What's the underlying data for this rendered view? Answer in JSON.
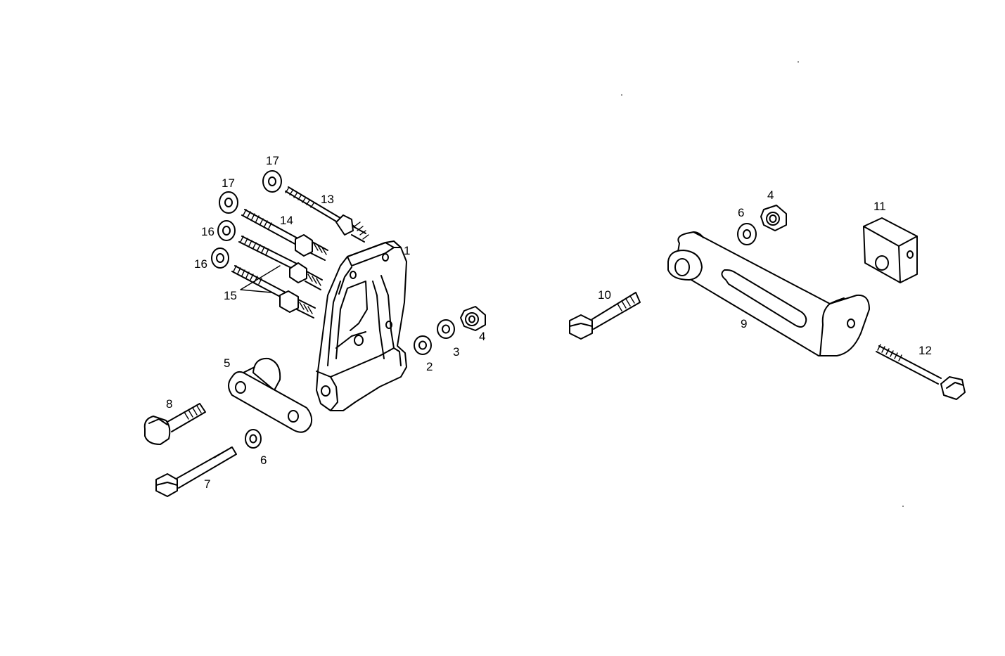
{
  "labels": {
    "p1": "1",
    "p2": "2",
    "p3": "3",
    "p4a": "4",
    "p4b": "4",
    "p5": "5",
    "p6a": "6",
    "p6b": "6",
    "p7": "7",
    "p8": "8",
    "p9": "9",
    "p10": "10",
    "p11": "11",
    "p12": "12",
    "p13": "13",
    "p14": "14",
    "p15": "15",
    "p16a": "16",
    "p16b": "16",
    "p17a": "17",
    "p17b": "17"
  }
}
